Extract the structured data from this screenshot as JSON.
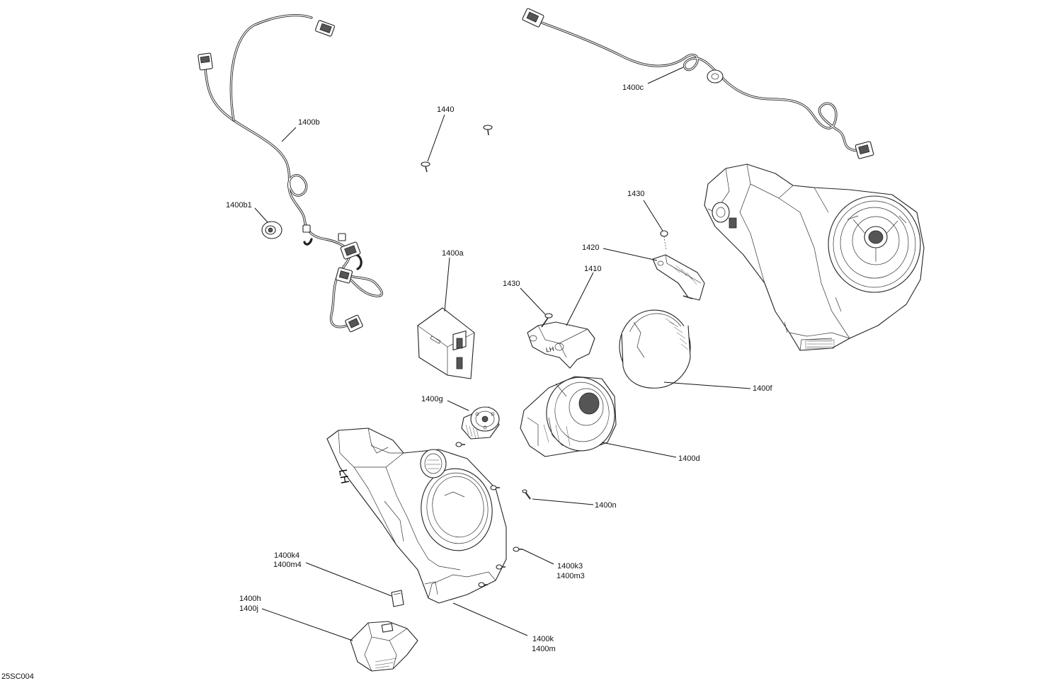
{
  "drawing": {
    "ref_code": "25SC004"
  },
  "callouts": {
    "c1400b": "1400b",
    "c1400b1": "1400b1",
    "c1400c": "1400c",
    "c1440": "1440",
    "c1430_top": "1430",
    "c1420": "1420",
    "c1400a": "1400a",
    "c1410": "1410",
    "c1430_mid": "1430",
    "c1400f": "1400f",
    "c1400g": "1400g",
    "c1400d": "1400d",
    "c1400n": "1400n",
    "c1400k4": "1400k4",
    "c1400m4": "1400m4",
    "c1400k3": "1400k3",
    "c1400m3": "1400m3",
    "c1400h": "1400h",
    "c1400j": "1400j",
    "c1400k": "1400k",
    "c1400m": "1400m"
  }
}
